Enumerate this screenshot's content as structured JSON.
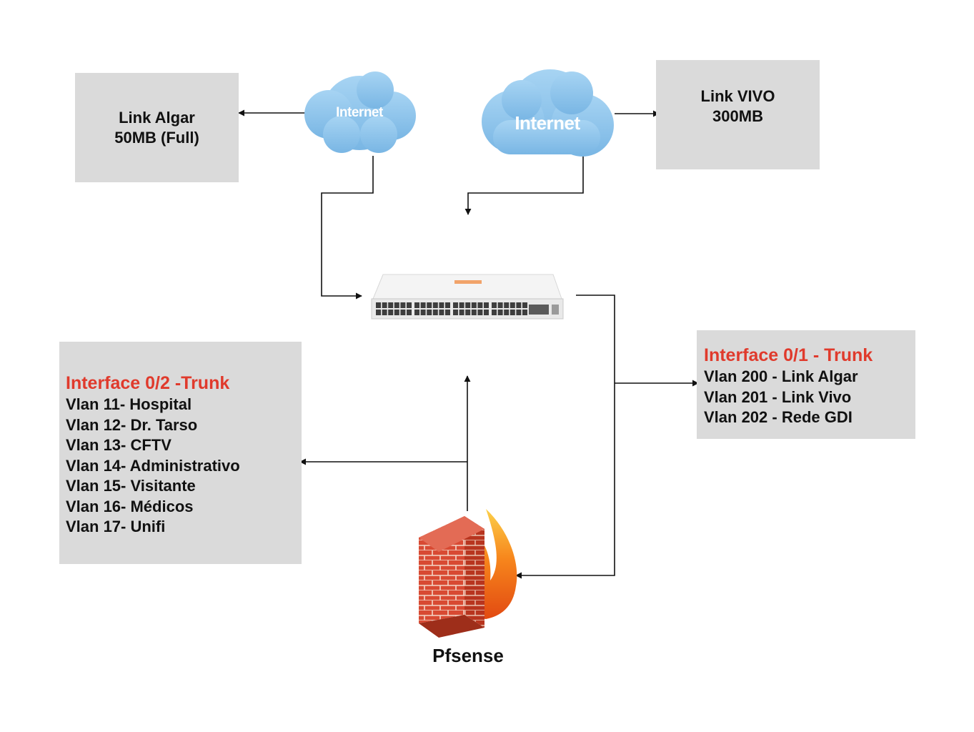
{
  "clouds": {
    "left": {
      "label": "Internet"
    },
    "right": {
      "label": "Internet"
    }
  },
  "boxes": {
    "algar": {
      "lines": [
        "Link Algar",
        "50MB (Full)"
      ]
    },
    "vivo": {
      "lines": [
        "Link VIVO",
        "300MB"
      ]
    },
    "interface_02": {
      "heading": "Interface 0/2 -Trunk",
      "lines": [
        "Vlan 11- Hospital",
        "Vlan 12- Dr. Tarso",
        "Vlan 13- CFTV",
        "Vlan 14- Administrativo",
        "Vlan 15- Visitante",
        "Vlan 16- Médicos",
        "Vlan 17- Unifi"
      ]
    },
    "interface_01": {
      "heading": "Interface 0/1 - Trunk",
      "lines": [
        "Vlan 200 - Link Algar",
        "Vlan 201 - Link Vivo",
        "Vlan 202 - Rede GDI"
      ]
    }
  },
  "firewall": {
    "label": "Pfsense"
  },
  "colors": {
    "heading_red": "#e03a2c",
    "box_gray": "#dadada",
    "cloud_blue": "#8ec6ec",
    "connector": "#111111"
  },
  "icons": [
    "cloud-icon",
    "network-switch-icon",
    "firewall-icon"
  ]
}
